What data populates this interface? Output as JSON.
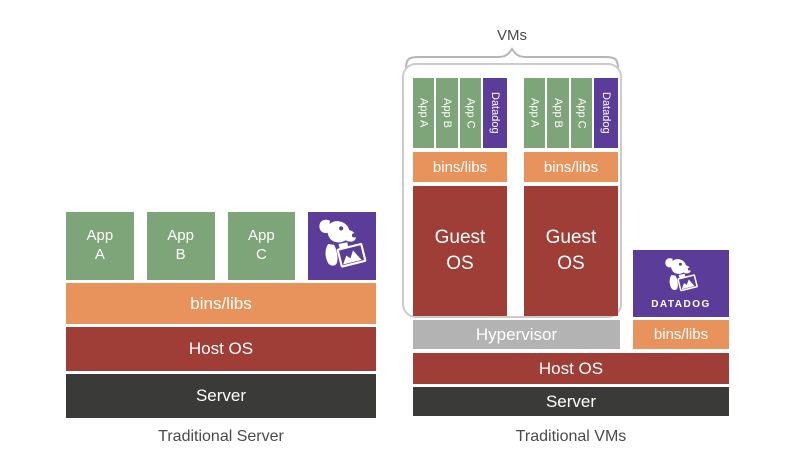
{
  "colors": {
    "app_green": "#7EA479",
    "bins_orange": "#E9935C",
    "os_maroon": "#9E3E36",
    "server_dark": "#3A3A38",
    "hypervisor_gray": "#B3B3B3",
    "datadog_purple": "#5B3C99",
    "outline_gray": "#CBCBCB",
    "label_text": "#4A4A4A",
    "bar_text": "#FFFFFF"
  },
  "icons": {
    "datadog_dog": "datadog-bits-dog-holding-chart"
  },
  "traditional_server": {
    "caption": "Traditional Server",
    "apps": [
      {
        "line1": "App",
        "line2": "A"
      },
      {
        "line1": "App",
        "line2": "B"
      },
      {
        "line1": "App",
        "line2": "C"
      }
    ],
    "layers": {
      "bins_libs": "bins/libs",
      "host_os": "Host OS",
      "server": "Server"
    }
  },
  "traditional_vms": {
    "caption": "Traditional VMs",
    "vms_label": "VMs",
    "vms": [
      {
        "apps": [
          "App A",
          "App B",
          "App C",
          "Datadog"
        ],
        "bins_libs": "bins/libs",
        "guest_os_line1": "Guest",
        "guest_os_line2": "OS"
      },
      {
        "apps": [
          "App A",
          "App B",
          "App C",
          "Datadog"
        ],
        "bins_libs": "bins/libs",
        "guest_os_line1": "Guest",
        "guest_os_line2": "OS"
      }
    ],
    "layers": {
      "hypervisor": "Hypervisor",
      "host_os": "Host OS",
      "server": "Server"
    },
    "datadog_agent": {
      "brand": "DATADOG",
      "bins_libs": "bins/libs"
    }
  }
}
